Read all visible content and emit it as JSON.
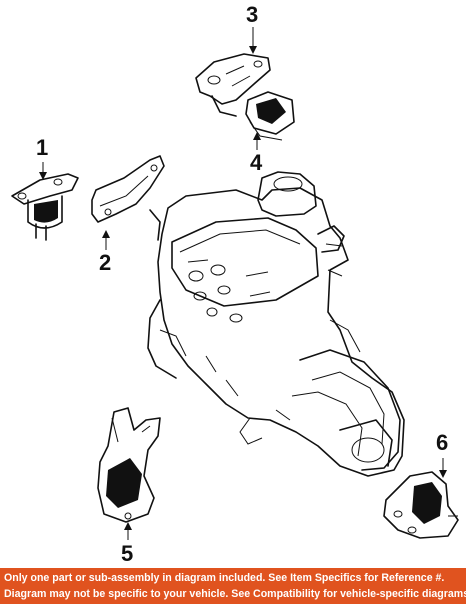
{
  "callouts": [
    {
      "label": "1"
    },
    {
      "label": "2"
    },
    {
      "label": "3"
    },
    {
      "label": "4"
    },
    {
      "label": "5"
    },
    {
      "label": "6"
    }
  ],
  "notice": {
    "line1": "Only one part or sub-assembly in diagram included. See Item Specifics for Reference #.",
    "line2": "Diagram may not be specific to your vehicle. See Compatibility for vehicle-specific diagrams."
  },
  "colors": {
    "notice_background": "#e0531f",
    "notice_text": "#ffffff",
    "line_art": "#111111"
  }
}
